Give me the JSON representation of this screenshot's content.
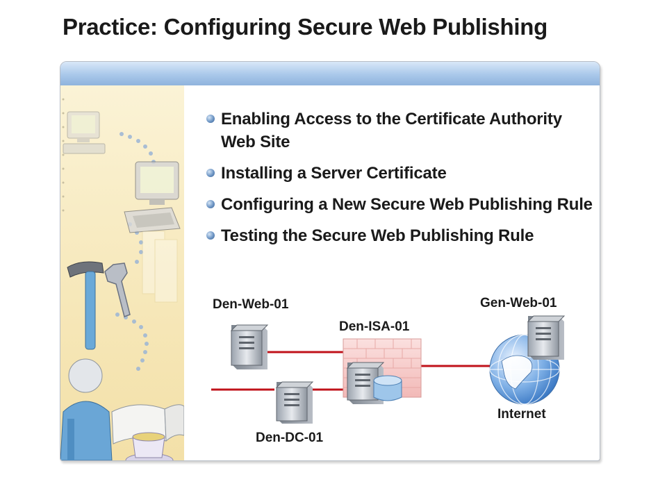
{
  "slide": {
    "title": "Practice: Configuring Secure Web Publishing"
  },
  "bullets": [
    {
      "text": "Enabling Access to the Certificate Authority Web Site"
    },
    {
      "text": "Installing a Server Certificate"
    },
    {
      "text": "Configuring a New Secure Web Publishing Rule"
    },
    {
      "text": "Testing the Secure Web Publishing Rule"
    }
  ],
  "diagram": {
    "nodes": {
      "den_web": "Den-Web-01",
      "den_dc": "Den-DC-01",
      "den_isa": "Den-ISA-01",
      "gen_web": "Gen-Web-01",
      "internet": "Internet"
    }
  },
  "colors": {
    "link": "#c0121a",
    "header": "#a9c8ea",
    "side_art": "#f6e7b8"
  }
}
